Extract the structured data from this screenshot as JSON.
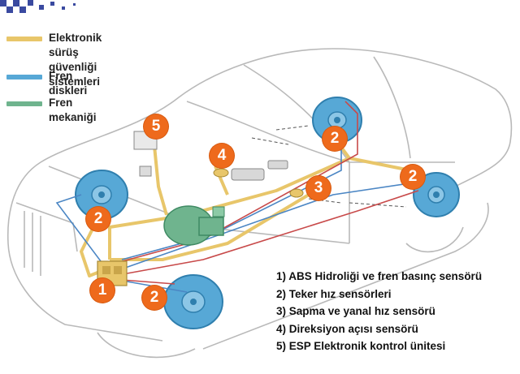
{
  "legend": [
    {
      "label": "Elektronik sürüş\ngüvenliği sistemleri",
      "color": "#e8c66a"
    },
    {
      "label": "Fren diskleri",
      "color": "#57a8d6"
    },
    {
      "label": "Fren mekaniği",
      "color": "#6fb48e"
    }
  ],
  "badges": [
    "5",
    "4",
    "3",
    "2",
    "2",
    "2",
    "2",
    "1"
  ],
  "components": [
    "1) ABS Hidroliği ve fren basınç sensörü",
    "2) Teker hız sensörleri",
    "3) Sapma ve yanal hız sensörü",
    "4) Direksiyon açısı sensörü",
    "5) ESP  Elektronik kontrol ünitesi"
  ],
  "colors": {
    "badge": "#ee6a1c",
    "electronic_line": "#e8c66a",
    "brake_disc": "#57a8d6",
    "brake_mechanics": "#6fb48e",
    "car_outline": "#b7b7b7"
  }
}
